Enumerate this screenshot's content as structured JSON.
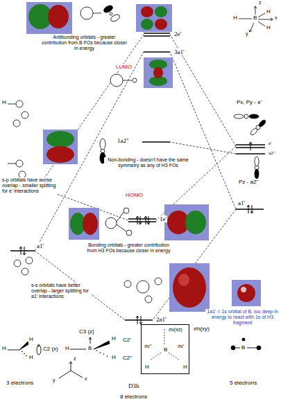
{
  "diagram": {
    "nodes": [
      {
        "text": [
          "σh(xy)",
          "σv(xz)",
          "σv''",
          "σv'",
          "B",
          "H",
          "H"
        ]
      }
    ],
    "labels": [
      "Antibonding orbitals - greater contribution from B FOs because closer in energy",
      "2e'",
      "3a1'",
      "LUMO",
      "z",
      "x",
      "y",
      "H",
      "B",
      "H",
      "H",
      "Px, Py - e'",
      "e'",
      "a2''",
      "Pz - a2''",
      "H",
      "1a2''",
      "Non-bonding - doesn't have the same symmetry as any of H3 FOs",
      "e'",
      "s-p orbitals have worse overlap - smaller splitting for e' interactions",
      "HOMO",
      "1e'",
      "a1'",
      "Bonding orbitals - greater contribution from H3 FOs because closer in energy",
      "a1'",
      "s-s orbitals have better overlap - larger splitting for a1' interactions",
      "2a1'",
      "1a1' = 1s orbital of B, too deep in energy to react with 1s of H3 fragment",
      "C3 (z)",
      "C2 (x)",
      "H",
      "H",
      "H",
      "3 electrons",
      "H",
      "B",
      "H",
      "H",
      "C2'",
      "C2''",
      "z",
      "y",
      "x",
      "B",
      "5 electrons",
      "D3h",
      "8 electrons"
    ]
  }
}
